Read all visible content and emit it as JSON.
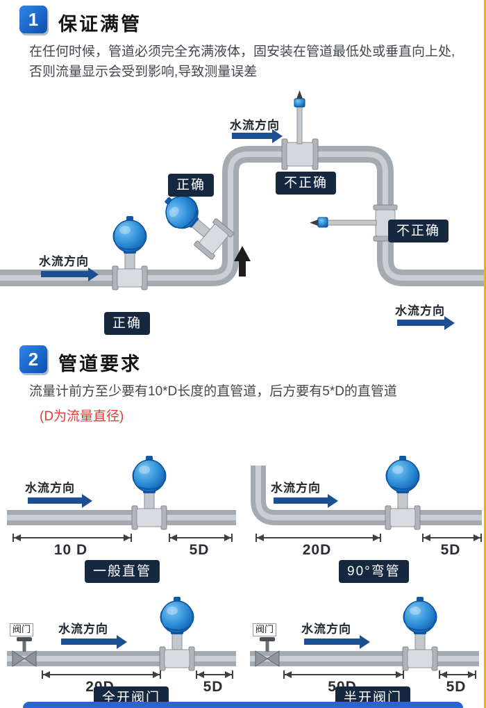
{
  "section1": {
    "number": "1",
    "title": "保证满管",
    "desc": "在任何时候，管道必须完全充满液体，固安装在管道最低处或垂直向上处,否则流量显示会受到影响,导致测量误差",
    "flow_label_top": "水流方向",
    "flow_label_left": "水流方向",
    "flow_label_right": "水流方向",
    "correct_1": "正确",
    "correct_2": "正确",
    "incorrect_1": "不正确",
    "incorrect_2": "不正确"
  },
  "section2": {
    "number": "2",
    "title": "管道要求",
    "desc": "流量计前方至少要有10*D长度的直管道，后方要有5*D的直管道",
    "note": "(D为流量直径)",
    "panels": [
      {
        "flow": "水流方向",
        "dim1": "10 D",
        "dim2": "5D",
        "badge": "一般直管"
      },
      {
        "flow": "水流方向",
        "dim1": "20D",
        "dim2": "5D",
        "badge": "90°弯管"
      },
      {
        "flow": "水流方向",
        "dim1": "20D",
        "dim2": "5D",
        "badge": "全开阀门",
        "valve": "阀门"
      },
      {
        "flow": "水流方向",
        "dim1": "50D",
        "dim2": "5D",
        "badge": "半开阀门",
        "valve": "阀门"
      }
    ]
  },
  "colors": {
    "accent_blue": "#1466c8",
    "badge_navy": "#16283f",
    "arrow_blue": "#1c4f92",
    "note_red": "#e23c34",
    "pipe_gray": "#a4aab1",
    "meter_blue": "#2e8fd8",
    "edge_orange": "#ffac00",
    "bottom_bar_blue": "#2b63d1"
  }
}
